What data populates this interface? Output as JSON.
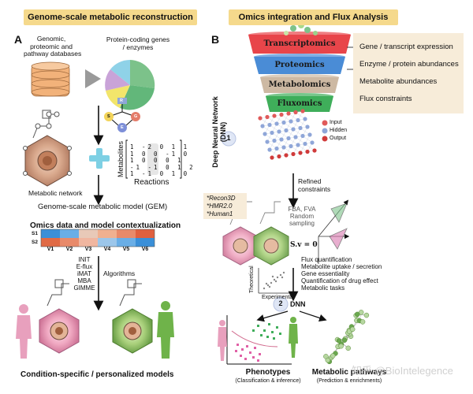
{
  "panel_a": {
    "header": "Genome-scale metabolic reconstruction",
    "letter": "A",
    "databases_label": "Genomic, proteomic and pathway databases",
    "databases_lines": [
      "Genomic,",
      "proteomic and",
      "pathway databases"
    ],
    "genes_lines": [
      "Protein-coding genes",
      "/ enzymes"
    ],
    "network_label": "Metabolic network",
    "matrix_label_y": "Metabolites",
    "matrix_label_x": "Reactions",
    "matrix_rows": [
      "1 -2 0 1 1",
      "1 0 0 -1 0",
      "1 0 0 0 1",
      "-1 -1 0 1 2",
      "1 -1 0 1 0"
    ],
    "gem_label": "Genome-scale metabolic model (GEM)",
    "references": [
      "*Recon3D",
      "*HMR2.0",
      "*Human1"
    ],
    "omics_title": "Omics data and model contextualization",
    "heatmap_rows": [
      "S1",
      "S2"
    ],
    "heatmap_cols": [
      "V1",
      "V2",
      "V3",
      "V4",
      "V5",
      "V6"
    ],
    "algorithms_list": [
      "INIT",
      "E-flux",
      "iMAT",
      "MBA",
      "GIMME"
    ],
    "algorithms_label": "Algorithms",
    "final_label": "Condition-specific / personalized models",
    "enzyme_labels": [
      "R",
      "S",
      "E",
      "G"
    ]
  },
  "panel_b": {
    "header": "Omics integration and Flux Analysis",
    "letter": "B",
    "funnel": [
      "Transcriptomics",
      "Proteomics",
      "Metabolomics",
      "Fluxomics"
    ],
    "annotations": [
      "Gene / transcript expression",
      "Enzyme / protein abundances",
      "Metabolite abundances",
      "Flux constraints"
    ],
    "dnn_label": "Deep Neural Network (DNN)",
    "step1": "1",
    "legend": [
      "Input",
      "Hidden",
      "Output"
    ],
    "refined_lines": [
      "Refined",
      "constraints"
    ],
    "fba_lines": [
      "FBA, FVA",
      "Random",
      "sampling"
    ],
    "sv_equation": "S.v = 0",
    "theoretical": "Theoretical",
    "experimental": "Experimental",
    "outcomes": [
      "Flux quantification",
      "Metabolite uptake / secretion",
      "Gene essentiality",
      "Quantification of drug effect",
      "Metabolic tasks"
    ],
    "step2": "2",
    "dnn2": "DNN",
    "phenotypes": "Phenotypes",
    "phenotypes_sub": "(Classification & inference)",
    "pathways": "Metabolic pathways",
    "pathways_sub": "(Prediction & enrichments)",
    "watermark": "知乎 @BioIntelegence"
  },
  "colors": {
    "header_a": "#f5d98c",
    "header_b": "#f5d98c",
    "funnel": [
      "#e8454a",
      "#4a8cd6",
      "#cdb9a3",
      "#3fae5a"
    ],
    "heatmap_top": [
      "#3a8fd8",
      "#6aaee6",
      "#e8c9b8",
      "#f0b090",
      "#e88a6a",
      "#e0603f"
    ],
    "heatmap_bottom": [
      "#e06a45",
      "#e88a6a",
      "#f0b6a0",
      "#9cc6ea",
      "#6aaee6",
      "#3a8fd8"
    ]
  }
}
